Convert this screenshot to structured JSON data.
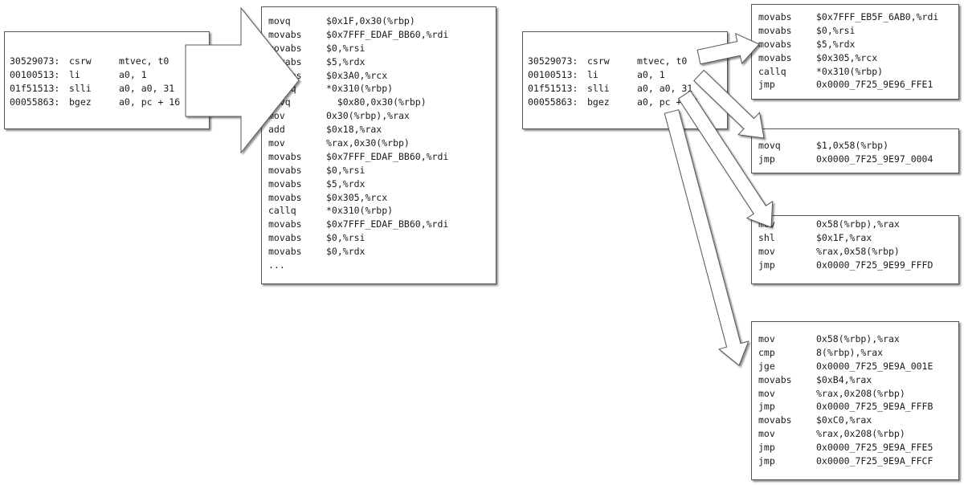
{
  "riscv_left": [
    {
      "code": "30529073",
      "sep": ":",
      "mnemonic": "csrw",
      "operands": "mtvec, t0"
    },
    {
      "code": "00100513",
      "sep": ":",
      "mnemonic": "li",
      "operands": "a0, 1"
    },
    {
      "code": "01f51513",
      "sep": ":",
      "mnemonic": "slli",
      "operands": "a0, a0, 31"
    },
    {
      "code": "00055863",
      "sep": ":",
      "mnemonic": "bgez",
      "operands": "a0, pc + 16"
    }
  ],
  "riscv_right": [
    {
      "code": "30529073",
      "sep": ":",
      "mnemonic": "csrw",
      "operands": "mtvec, t0"
    },
    {
      "code": "00100513",
      "sep": ":",
      "mnemonic": "li",
      "operands": "a0, 1"
    },
    {
      "code": "01f51513",
      "sep": ":",
      "mnemonic": "slli",
      "operands": "a0, a0, 31"
    },
    {
      "code": "00055863",
      "sep": ":",
      "mnemonic": "bgez",
      "operands": "a0, pc + 16"
    }
  ],
  "x86_main": [
    {
      "mnemonic": "movq",
      "operands": "$0x1F,0x30(%rbp)"
    },
    {
      "mnemonic": "movabs",
      "operands": "$0x7FFF_EDAF_BB60,%rdi"
    },
    {
      "mnemonic": "movabs",
      "operands": "$0,%rsi"
    },
    {
      "mnemonic": "movabs",
      "operands": "$5,%rdx"
    },
    {
      "mnemonic": "movabs",
      "operands": "$0x3A0,%rcx"
    },
    {
      "mnemonic": "callq",
      "operands": "*0x310(%rbp)"
    },
    {
      "mnemonic": "movq",
      "operands": "  $0x80,0x30(%rbp)"
    },
    {
      "mnemonic": "mov",
      "operands": "0x30(%rbp),%rax"
    },
    {
      "mnemonic": "add",
      "operands": "$0x18,%rax"
    },
    {
      "mnemonic": "mov",
      "operands": "%rax,0x30(%rbp)"
    },
    {
      "mnemonic": "movabs",
      "operands": "$0x7FFF_EDAF_BB60,%rdi"
    },
    {
      "mnemonic": "movabs",
      "operands": "$0,%rsi"
    },
    {
      "mnemonic": "movabs",
      "operands": "$5,%rdx"
    },
    {
      "mnemonic": "movabs",
      "operands": "$0x305,%rcx"
    },
    {
      "mnemonic": "callq",
      "operands": "*0x310(%rbp)"
    },
    {
      "mnemonic": "movabs",
      "operands": "$0x7FFF_EDAF_BB60,%rdi"
    },
    {
      "mnemonic": "movabs",
      "operands": "$0,%rsi"
    },
    {
      "mnemonic": "movabs",
      "operands": "$0,%rdx"
    }
  ],
  "x86_main_ellipsis": "...",
  "block_1": [
    {
      "mnemonic": "movabs",
      "operands": "$0x7FFF_EB5F_6AB0,%rdi"
    },
    {
      "mnemonic": "movabs",
      "operands": "$0,%rsi"
    },
    {
      "mnemonic": "movabs",
      "operands": "$5,%rdx"
    },
    {
      "mnemonic": "movabs",
      "operands": "$0x305,%rcx"
    },
    {
      "mnemonic": "callq",
      "operands": "*0x310(%rbp)"
    },
    {
      "mnemonic": "jmp",
      "operands": "0x0000_7F25_9E96_FFE1"
    }
  ],
  "block_2": [
    {
      "mnemonic": "movq",
      "operands": "$1,0x58(%rbp)"
    },
    {
      "mnemonic": "jmp",
      "operands": "0x0000_7F25_9E97_0004"
    }
  ],
  "block_3": [
    {
      "mnemonic": "mov",
      "operands": "0x58(%rbp),%rax"
    },
    {
      "mnemonic": "shl",
      "operands": "$0x1F,%rax"
    },
    {
      "mnemonic": "mov",
      "operands": "%rax,0x58(%rbp)"
    },
    {
      "mnemonic": "jmp",
      "operands": "0x0000_7F25_9E99_FFFD"
    }
  ],
  "block_4": [
    {
      "mnemonic": "mov",
      "operands": "0x58(%rbp),%rax"
    },
    {
      "mnemonic": "cmp",
      "operands": "8(%rbp),%rax"
    },
    {
      "mnemonic": "jge",
      "operands": "0x0000_7F25_9E9A_001E"
    },
    {
      "mnemonic": "movabs",
      "operands": "$0xB4,%rax"
    },
    {
      "mnemonic": "mov",
      "operands": "%rax,0x208(%rbp)"
    },
    {
      "mnemonic": "jmp",
      "operands": "0x0000_7F25_9E9A_FFFB"
    },
    {
      "mnemonic": "movabs",
      "operands": "$0xC0,%rax"
    },
    {
      "mnemonic": "mov",
      "operands": "%rax,0x208(%rbp)"
    },
    {
      "mnemonic": "jmp",
      "operands": "0x0000_7F25_9E9A_FFE5"
    },
    {
      "mnemonic": "jmp",
      "operands": "0x0000_7F25_9E9A_FFCF"
    }
  ]
}
